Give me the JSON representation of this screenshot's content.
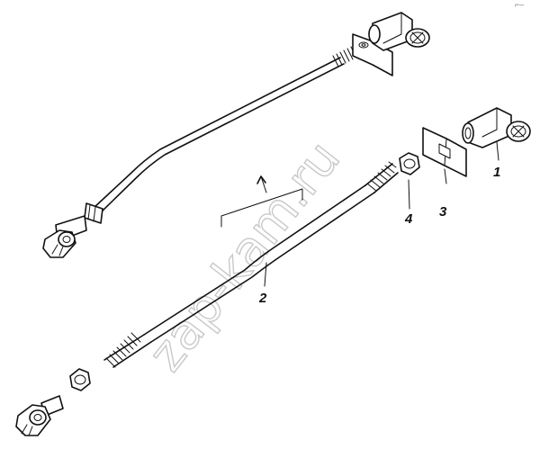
{
  "watermark": "zap-kam.ru",
  "corner_mark": "⌐–",
  "callouts": [
    {
      "id": "1",
      "label": "1",
      "part": "pin-clevis"
    },
    {
      "id": "2",
      "label": "2",
      "part": "rod"
    },
    {
      "id": "3",
      "label": "3",
      "part": "bracket-plate"
    },
    {
      "id": "4",
      "label": "4",
      "part": "nut"
    }
  ]
}
